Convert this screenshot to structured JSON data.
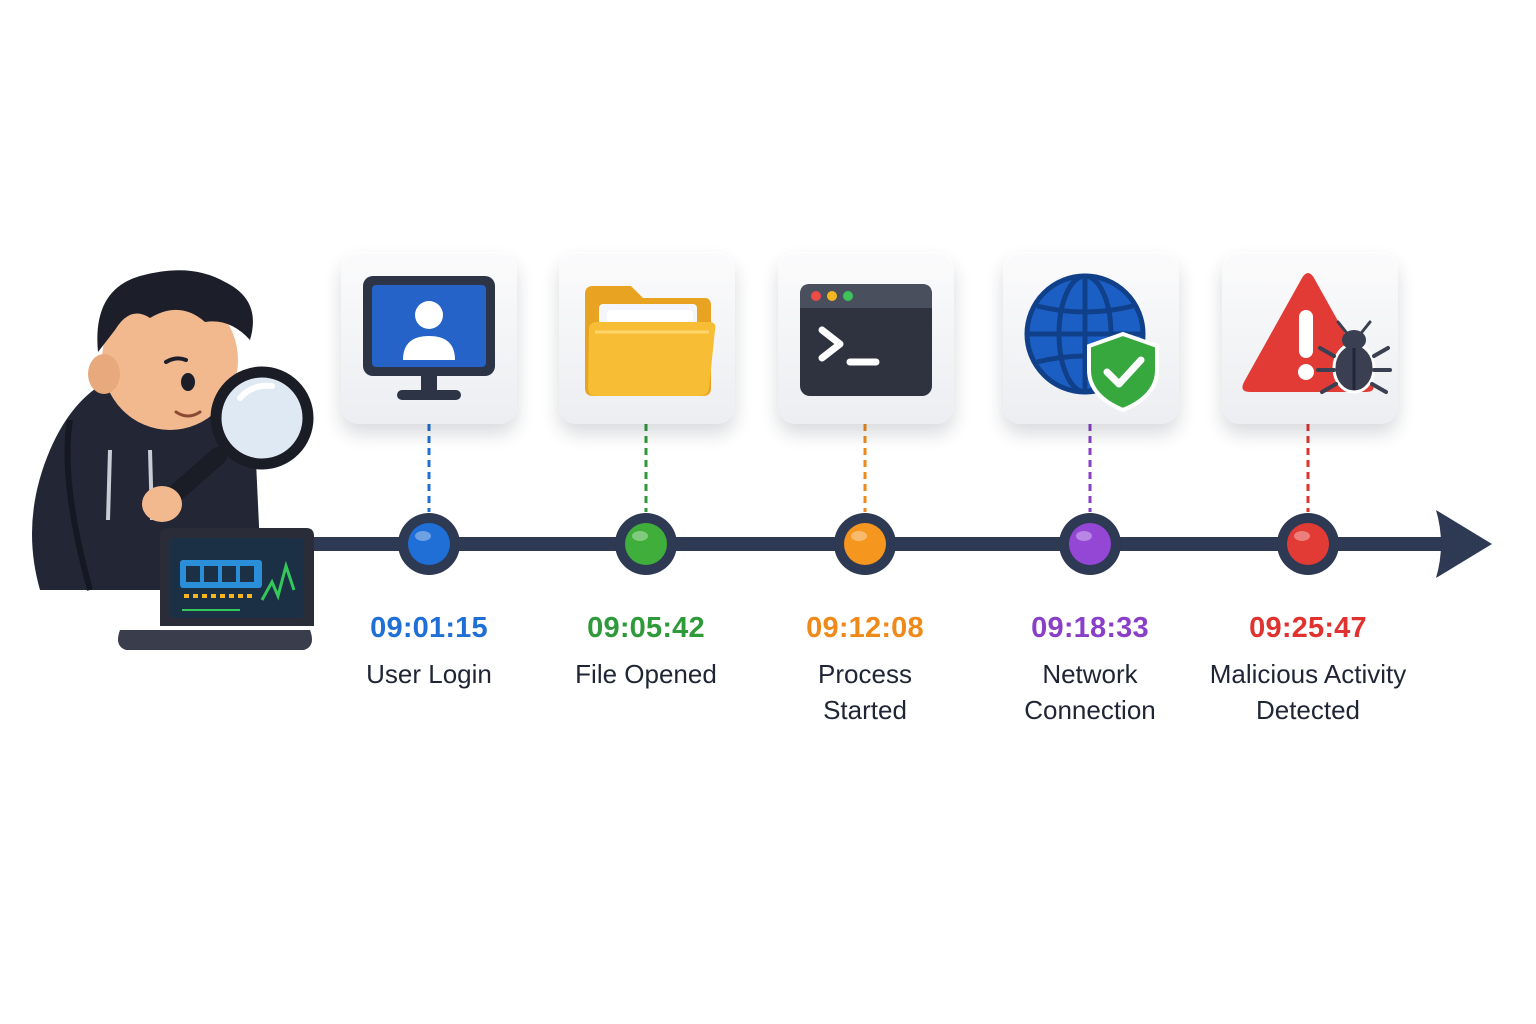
{
  "events": [
    {
      "time": "09:01:15",
      "label": "User Login",
      "color": "#1f6fd6",
      "icon": "user-monitor-icon"
    },
    {
      "time": "09:05:42",
      "label": "File Opened",
      "color": "#2f9a3a",
      "icon": "folder-icon"
    },
    {
      "time": "09:12:08",
      "label": "Process\nStarted",
      "color": "#ef8a1a",
      "icon": "terminal-icon"
    },
    {
      "time": "09:18:33",
      "label": "Network\nConnection",
      "color": "#8a3fc8",
      "icon": "globe-shield-icon"
    },
    {
      "time": "09:25:47",
      "label": "Malicious Activity\nDetected",
      "color": "#e0332f",
      "icon": "warning-bug-icon"
    }
  ],
  "colors": {
    "timeline": "#2e3954",
    "text": "#1f2535"
  },
  "illustration": {
    "icon": "investigator-magnifier-laptop-icon"
  }
}
